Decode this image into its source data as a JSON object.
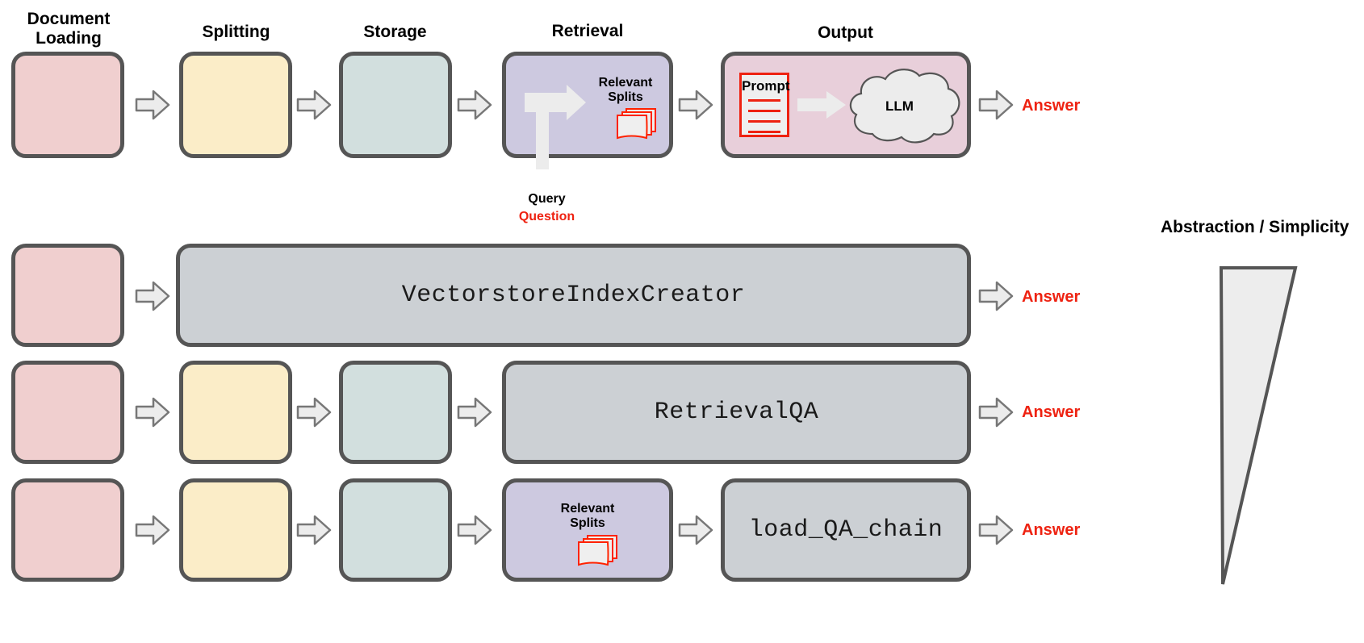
{
  "diagram": {
    "title_labels": {
      "document_loading": "Document\nLoading",
      "splitting": "Splitting",
      "storage": "Storage",
      "retrieval": "Retrieval",
      "output": "Output"
    },
    "headers": [
      {
        "id": "document-loading",
        "label_line1": "Document",
        "label_line2": "Loading"
      },
      {
        "id": "splitting",
        "label_line1": "Splitting",
        "label_line2": ""
      },
      {
        "id": "storage",
        "label_line1": "Storage",
        "label_line2": ""
      },
      {
        "id": "retrieval",
        "label_line1": "Retrieval",
        "label_line2": ""
      },
      {
        "id": "output",
        "label_line1": "Output",
        "label_line2": ""
      }
    ],
    "labels": {
      "relevant_splits_line1": "Relevant",
      "relevant_splits_line2": "Splits",
      "query": "Query",
      "question": "Question",
      "prompt": "Prompt",
      "llm": "LLM",
      "answer": "Answer",
      "abstraction": "Abstraction / Simplicity"
    },
    "rows": [
      {
        "id": "detailed-pipeline",
        "answer": "Answer",
        "stages": [
          "Document Loading",
          "Splitting",
          "Storage",
          "Retrieval",
          "Output"
        ]
      },
      {
        "id": "vectorstore-index-creator",
        "api": "VectorstoreIndexCreator",
        "answer": "Answer"
      },
      {
        "id": "retrieval-qa",
        "api": "RetrievalQA",
        "answer": "Answer"
      },
      {
        "id": "load-qa-chain",
        "api": "load_QA_chain",
        "answer": "Answer"
      }
    ],
    "colors": {
      "loading": "#f0cfcf",
      "splitting": "#fbedc8",
      "storage": "#d2dfde",
      "retrieval": "#cdc9e0",
      "output": "#e8cfda",
      "api_block": "#ccd0d4",
      "border": "#555555",
      "accent_red": "#ee2211",
      "arrow_fill": "#ececec",
      "arrow_stroke": "#777777"
    }
  }
}
